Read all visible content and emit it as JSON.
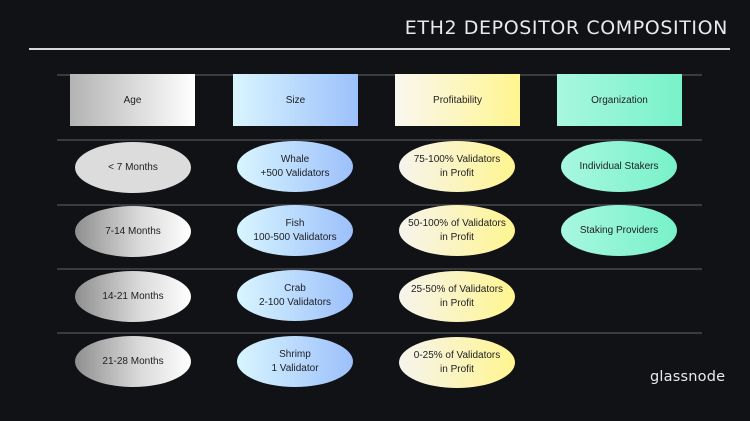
{
  "title": "ETH2 DEPOSITOR COMPOSITION",
  "logo": "glassnode",
  "colors": {
    "background": "#111216",
    "age_gradient": [
      "#b3b3b3",
      "#ffffff"
    ],
    "size_gradient": [
      "#d8f5ff",
      "#9cc0fb"
    ],
    "profitability_gradient": [
      "#faf7f0",
      "#fff58f"
    ],
    "organization_gradient": [
      "#a8f7df",
      "#78f2c9"
    ]
  },
  "columns": [
    {
      "header": "Age",
      "items": [
        {
          "lines": [
            "< 7 Months"
          ]
        },
        {
          "lines": [
            "7-14 Months"
          ]
        },
        {
          "lines": [
            "14-21 Months"
          ]
        },
        {
          "lines": [
            "21-28 Months"
          ]
        }
      ]
    },
    {
      "header": "Size",
      "items": [
        {
          "lines": [
            "Whale",
            "+500 Validators"
          ]
        },
        {
          "lines": [
            "Fish",
            "100-500 Validators"
          ]
        },
        {
          "lines": [
            "Crab",
            "2-100 Validators"
          ]
        },
        {
          "lines": [
            "Shrimp",
            "1 Validator"
          ]
        }
      ]
    },
    {
      "header": "Profitability",
      "items": [
        {
          "lines": [
            "75-100% Validators",
            "in Profit"
          ]
        },
        {
          "lines": [
            "50-100% of Validators",
            "in Profit"
          ]
        },
        {
          "lines": [
            "25-50% of Validators",
            "in Profit"
          ]
        },
        {
          "lines": [
            "0-25% of Validators",
            "in Profit"
          ]
        }
      ]
    },
    {
      "header": "Organization",
      "items": [
        {
          "lines": [
            "Individual Stakers"
          ]
        },
        {
          "lines": [
            "Staking Providers"
          ]
        }
      ]
    }
  ]
}
